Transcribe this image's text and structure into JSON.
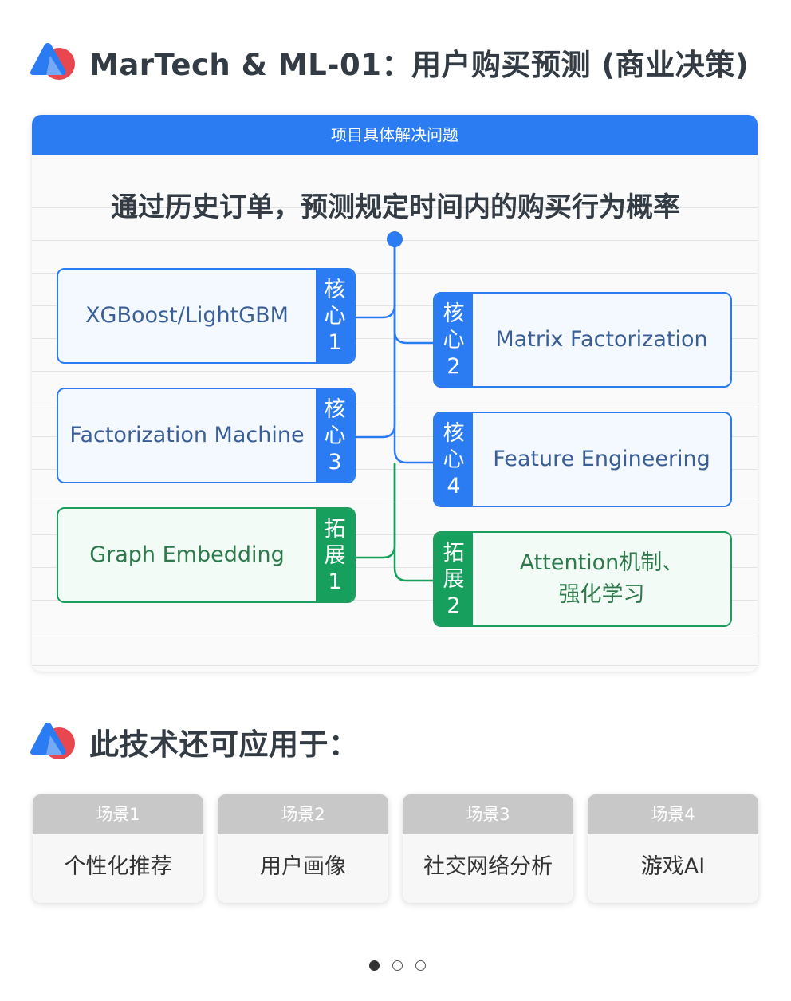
{
  "heading": {
    "title": "MarTech & ML-01：用户购买预测 (商业决策)"
  },
  "panel": {
    "header": "项目具体解决问题",
    "problem": "通过历史订单，预测规定时间内的购买行为概率",
    "nodes": [
      {
        "id": "core1",
        "kind": "core",
        "tag": [
          "核",
          "心",
          "1"
        ],
        "label": "XGBoost/LightGBM"
      },
      {
        "id": "core2",
        "kind": "core",
        "tag": [
          "核",
          "心",
          "2"
        ],
        "label": "Matrix Factorization"
      },
      {
        "id": "core3",
        "kind": "core",
        "tag": [
          "核",
          "心",
          "3"
        ],
        "label": "Factorization Machine"
      },
      {
        "id": "core4",
        "kind": "core",
        "tag": [
          "核",
          "心",
          "4"
        ],
        "label": "Feature Engineering"
      },
      {
        "id": "ext1",
        "kind": "ext",
        "tag": [
          "拓",
          "展",
          "1"
        ],
        "label": "Graph Embedding"
      },
      {
        "id": "ext2",
        "kind": "ext",
        "tag": [
          "拓",
          "展",
          "2"
        ],
        "label": "Attention机制、\n强化学习"
      }
    ]
  },
  "applications": {
    "title": "此技术还可应用于：",
    "scenarios": [
      {
        "head": "场景1",
        "body": "个性化推荐"
      },
      {
        "head": "场景2",
        "body": "用户画像"
      },
      {
        "head": "场景3",
        "body": "社交网络分析"
      },
      {
        "head": "场景4",
        "body": "游戏AI"
      }
    ]
  },
  "pager": {
    "count": 3,
    "active": 0
  },
  "colors": {
    "core": "#2b7bf2",
    "ext": "#17a05d",
    "logo_blue": "#2b7bf2",
    "logo_red": "#e8474f"
  }
}
